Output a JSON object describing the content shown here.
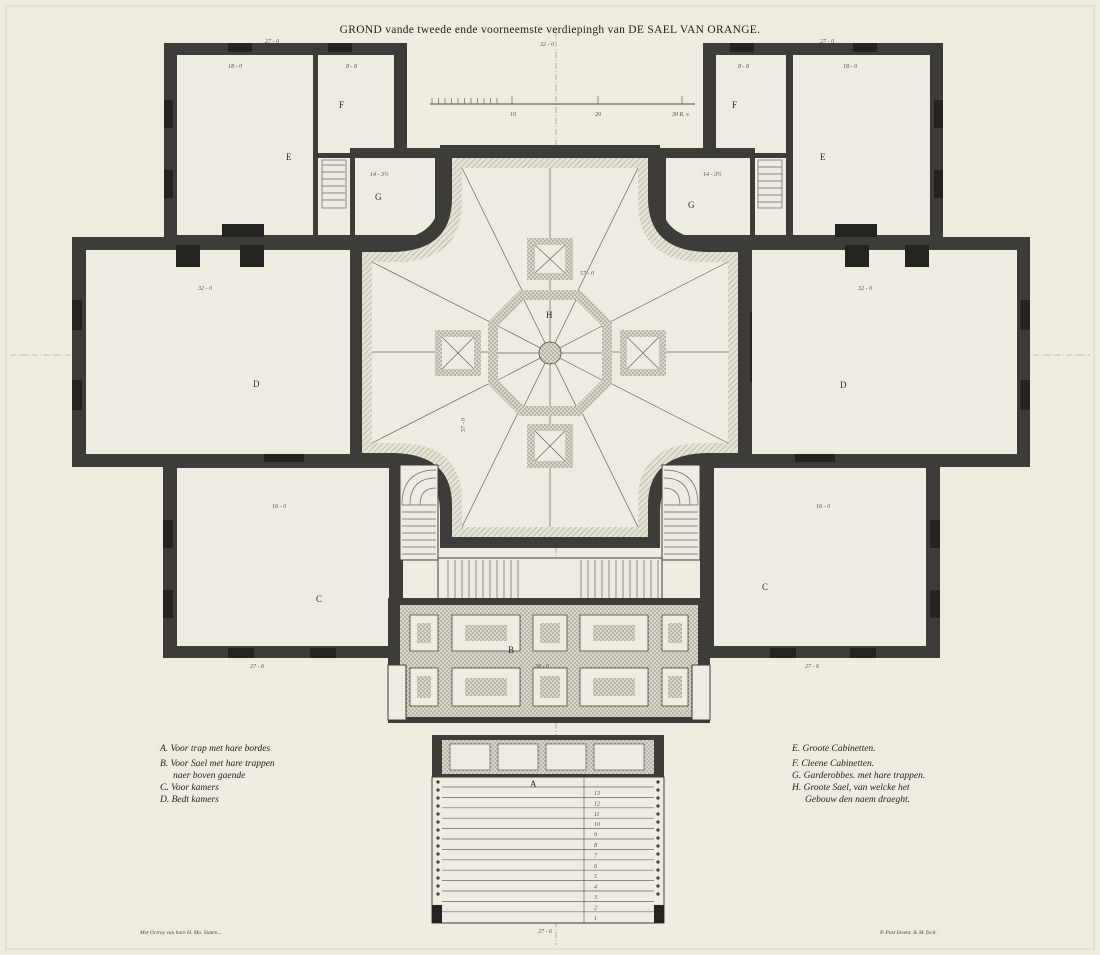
{
  "title": "GROND vande tweede ende voorneemste verdiepingh van DE SAEL VAN ORANGE.",
  "room_labels": {
    "A": "A",
    "B": "B",
    "C": "C",
    "D": "D",
    "E": "E",
    "F": "F",
    "G": "G",
    "H": "H"
  },
  "legend_left": [
    "A. Voor trap met hare bordes",
    "B. Voor Sael met hare trappen",
    "naer boven gaende",
    "C. Voor kamers",
    "D. Bedt kamers"
  ],
  "legend_right": [
    "E. Groote Cabinetten.",
    "F. Cleene Cabinetten.",
    "G. Garderobbes. met hare trappen.",
    "H. Groote Sael, van welcke het",
    "Gebouw den naem draeght."
  ],
  "dimensions": {
    "top_left": "27 - 0",
    "top_center": "32 - 0",
    "top_right": "27 - 0",
    "e_left": "18 - 0",
    "e_right": "18 - 0",
    "f_left": "8 - 8",
    "f_right": "8 - 8",
    "g_left": "14 - 3½",
    "g_right": "14 - 3½",
    "d_left": "32 - 0",
    "d_right": "32 - 0",
    "h_top": "57 - 0",
    "h_side": "57 - 0",
    "c_left": "16 - 0",
    "c_right": "16 - 0",
    "b_center": "38 - 0",
    "bottom_left": "27 - 6",
    "bottom_right": "27 - 6",
    "bottom_center": "27 - 6",
    "scale_end": "30 R. v."
  },
  "scale_ticks": [
    "10",
    "20",
    "30 R. v."
  ],
  "stair_numbers": [
    "13",
    "12",
    "11",
    "10",
    "9",
    "8",
    "7",
    "6",
    "5",
    "4",
    "3",
    "2",
    "1"
  ],
  "footer_left": "Met Octroy van hare H. Mo. Staten...",
  "footer_right": "P. Post Invent. & M. fecit."
}
